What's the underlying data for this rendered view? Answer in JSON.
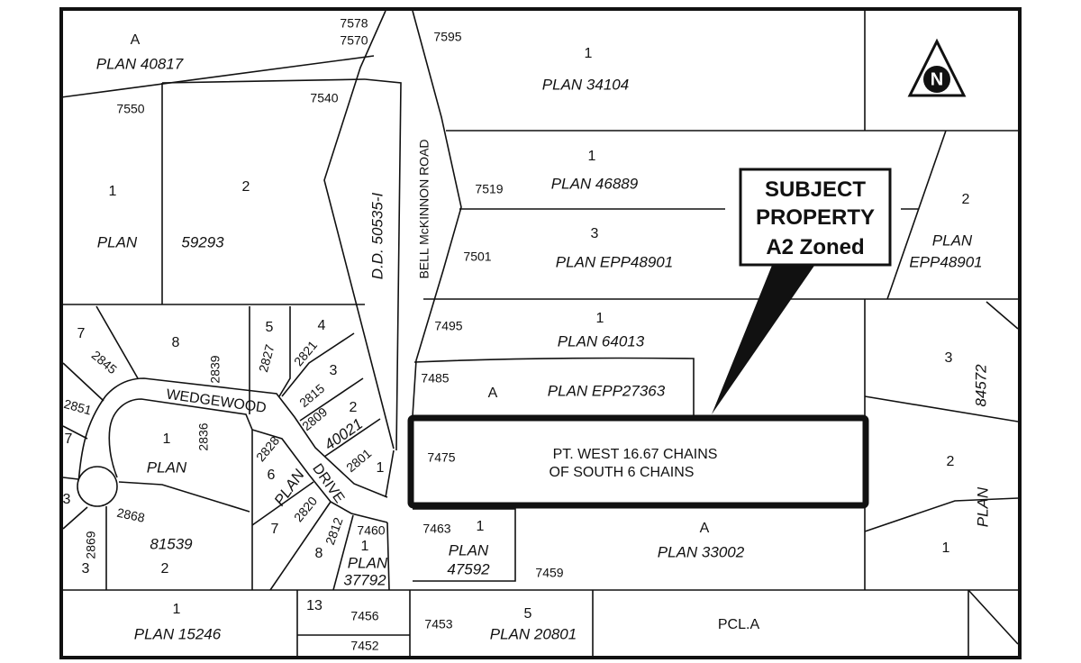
{
  "map": {
    "callout": {
      "line1": "SUBJECT",
      "line2": "PROPERTY",
      "line3": "A2 Zoned"
    },
    "north_arrow": {
      "icon": "north-arrow-icon",
      "letter": "N"
    },
    "labels": [
      "A",
      "PLAN 40817",
      "7578",
      "7570",
      "7595",
      "7550",
      "7540",
      "1",
      "2",
      "PLAN",
      "59293",
      "D.D. 50535-I",
      "BELL McKINNON ROAD",
      "1",
      "PLAN 34104",
      "1",
      "PLAN 46889",
      "7519",
      "3",
      "7501",
      "PLAN EPP48901",
      "2",
      "PLAN",
      "EPP48901",
      "1",
      "7495",
      "PLAN 64013",
      "7485",
      "A",
      "PLAN EPP27363",
      "7475",
      "PT. WEST 16.67 CHAINS",
      "OF SOUTH 6 CHAINS",
      "3",
      "84572",
      "2",
      "PLAN",
      "1",
      "7463",
      "1",
      "PLAN",
      "47592",
      "A",
      "PLAN 33002",
      "7459",
      "1",
      "PLAN 15246",
      "13",
      "7456",
      "7452",
      "7453",
      "5",
      "PLAN 20801",
      "PCL.A",
      "7",
      "8",
      "2845",
      "2839",
      "5",
      "2827",
      "4",
      "2821",
      "3",
      "2815",
      "2809",
      "2",
      "40021",
      "2801",
      "1",
      "WEDGEWOOD",
      "DRIVE",
      "2851",
      "7",
      "1",
      "2836",
      "PLAN",
      "2828",
      "6",
      "PLAN",
      "3",
      "2868",
      "2869",
      "81539",
      "3",
      "2",
      "7",
      "2820",
      "8",
      "2812",
      "7460",
      "1",
      "PLAN",
      "37792"
    ]
  }
}
